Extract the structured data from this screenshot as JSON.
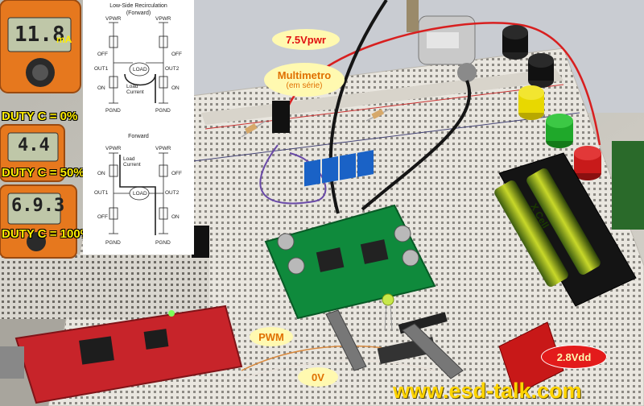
{
  "meters": {
    "top": {
      "reading": "11.8",
      "unit": "mA"
    },
    "middle": {
      "reading": "4.4"
    },
    "bottom": {
      "reading": "6.9.3"
    }
  },
  "duty_labels": [
    "DUTY C = 0%",
    "DUTY C = 50%",
    "DUTY C = 100%"
  ],
  "diagram_top": {
    "title_line1": "Low-Side Recirculation",
    "title_line2": "(Forward)",
    "vpwr_left": "VPWR",
    "vpwr_right": "VPWR",
    "off_left": "OFF",
    "off_right": "OFF",
    "on_left": "ON",
    "on_right": "ON",
    "out1": "OUT1",
    "out2": "OUT2",
    "load": "LOAD",
    "load_current": "Load Current",
    "pgnd_left": "PGND",
    "pgnd_right": "PGND"
  },
  "diagram_bottom": {
    "title": "Forward",
    "vpwr_left": "VPWR",
    "vpwr_right": "VPWR",
    "on_left": "ON",
    "off_right_top": "OFF",
    "off_left": "OFF",
    "on_right": "ON",
    "out1": "OUT1",
    "out2": "OUT2",
    "load": "LOAD",
    "load_current": "Load Current",
    "pgnd_left": "PGND",
    "pgnd_right": "PGND"
  },
  "annotations": {
    "vpwr": "7.5Vpwr",
    "multimeter_line1": "Multimetro",
    "multimeter_line2": "(em série)",
    "pwm": "PWM",
    "zero_v": "0V",
    "vdd": "2.8Vdd"
  },
  "battery_brand": "X Cell",
  "watermark": "www.esd-talk.com",
  "colors": {
    "bubble_fill": "#fff9b0",
    "bubble_text": "#e07000",
    "vdd_fill": "#e31b1b",
    "watermark": "#ffd400",
    "duty_text": "#ffee00"
  }
}
